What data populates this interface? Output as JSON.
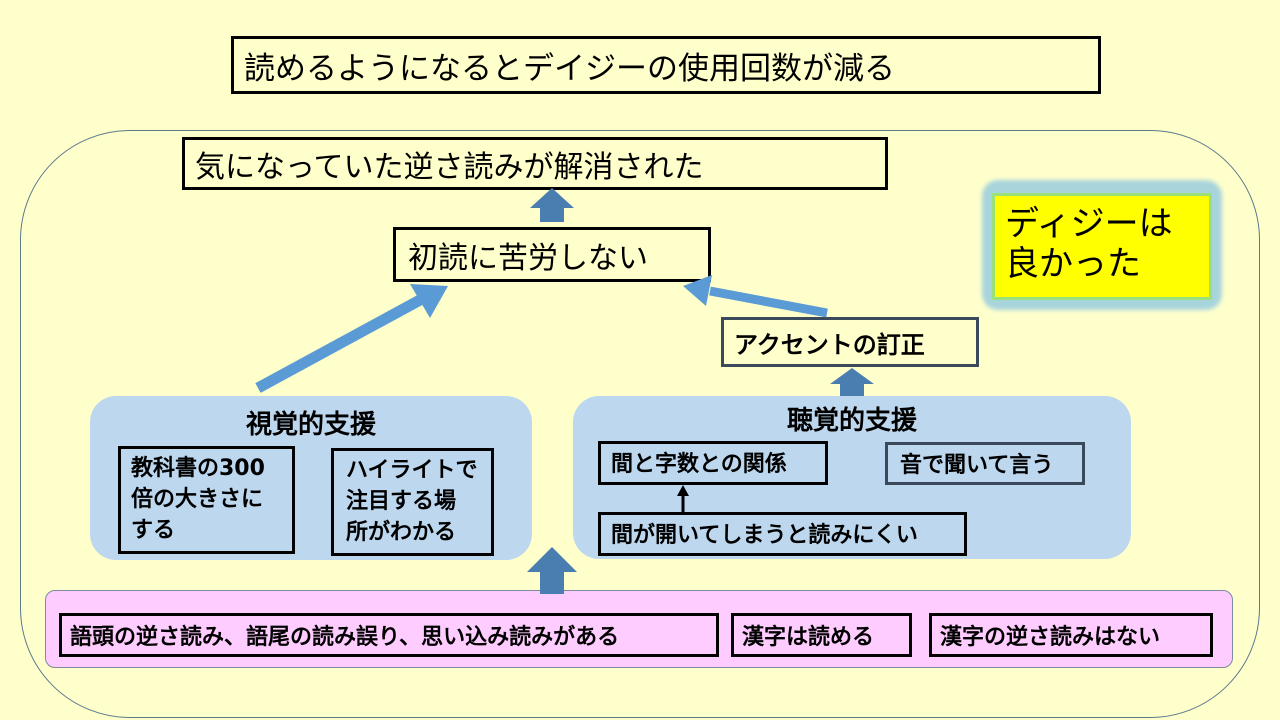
{
  "title": "読めるようになるとデイジーの使用回数が減る",
  "goal": "気になっていた逆さ読みが解消された",
  "first_read": "初読に苦労しない",
  "daisy_note": "ディジーは\n良かった",
  "accent_correction": "アクセントの訂正",
  "visual_support": {
    "title": "視覚的支援",
    "items": [
      "教科書の300\n倍の大きさに\nする",
      "ハイライトで\n注目する場\n所がわかる"
    ]
  },
  "auditory_support": {
    "title": "聴覚的支援",
    "items": [
      "間と字数との関係",
      "音で聞いて言う",
      "間が開いてしまうと読みにくい"
    ]
  },
  "observations": [
    "語頭の逆さ読み、語尾の読み誤り、思い込み読みがある",
    "漢字は読める",
    "漢字の逆さ読みはない"
  ],
  "colors": {
    "background": "#FFFFCC",
    "panel_blue": "#BDD7EE",
    "panel_pink": "#FFCCFF",
    "highlight_yellow": "#FFFF00",
    "arrow_dark_blue": "#4A7EB0",
    "arrow_light_blue": "#5B9BD5"
  }
}
